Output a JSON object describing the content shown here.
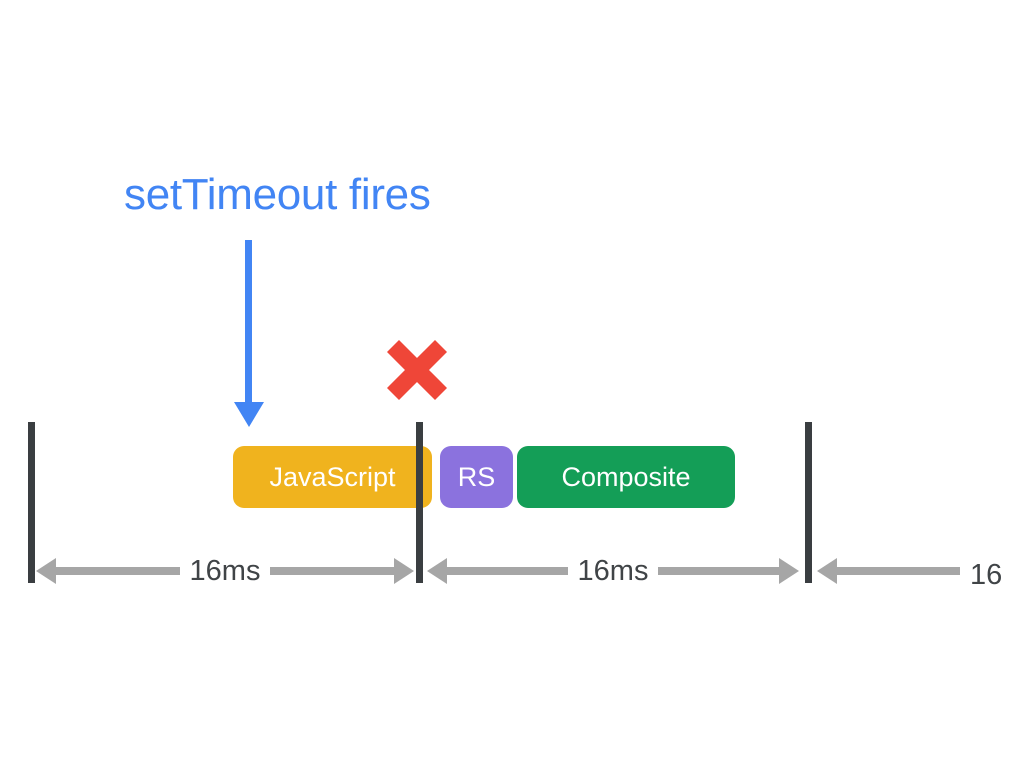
{
  "diagram": {
    "annotation": "setTimeout fires",
    "blocks": [
      {
        "label": "JavaScript",
        "color": "#F0B31E"
      },
      {
        "label": "RS",
        "color": "#8B72DE"
      },
      {
        "label": "Composite",
        "color": "#149E57"
      }
    ],
    "measure_labels": [
      "16ms",
      "16ms",
      "16"
    ],
    "colors": {
      "annotation_blue": "#4285F4",
      "cancel_red": "#EF4638",
      "frame_tick_dark": "#3A3E41",
      "measure_arrow_gray": "#A6A6A6",
      "measure_text_gray": "#404447",
      "block_text": "#FFFFFF",
      "background": "#FFFFFF"
    }
  }
}
